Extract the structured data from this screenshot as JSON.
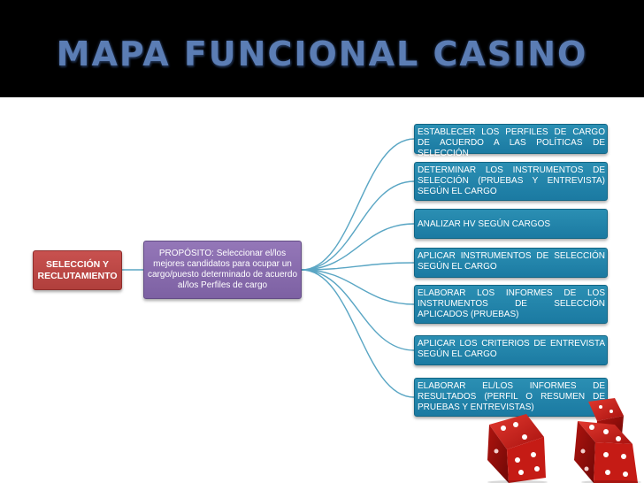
{
  "title": "MAPA FUNCIONAL CASINO",
  "root": {
    "label": "SELECCIÓN Y RECLUTAMIENTO",
    "color": "#b84442"
  },
  "purpose": {
    "label": "PROPÓSITO: Seleccionar el/los mejores candidatos para ocupar un cargo/puesto determinado de acuerdo al/los Perfiles de cargo",
    "color": "#8a6cad"
  },
  "functions": [
    {
      "label": "ESTABLECER LOS PERFILES DE CARGO DE ACUERDO A LAS POLÍTICAS DE SELECCIÓN"
    },
    {
      "label": "DETERMINAR LOS INSTRUMENTOS DE SELECCIÓN (PRUEBAS Y ENTREVISTA) SEGÚN EL CARGO"
    },
    {
      "label": "ANALIZAR HV SEGÚN CARGOS"
    },
    {
      "label": "APLICAR INSTRUMENTOS DE SELECCIÓN SEGÚN EL CARGO"
    },
    {
      "label": "ELABORAR LOS INFORMES DE LOS INSTRUMENTOS DE SELECCIÓN APLICADOS (PRUEBAS)"
    },
    {
      "label": "APLICAR LOS CRITERIOS DE ENTREVISTA SEGÚN EL CARGO"
    },
    {
      "label": "ELABORAR EL/LOS INFORMES DE RESULTADOS (PERFIL O RESUMEN DE PRUEBAS Y ENTREVISTAS)"
    }
  ],
  "colors": {
    "header_bg": "#000000",
    "title_text": "#5b7db4",
    "function_box": "#2185ab",
    "connector": "#5aa6c4"
  },
  "icons": {
    "dice": "dice-icon"
  }
}
